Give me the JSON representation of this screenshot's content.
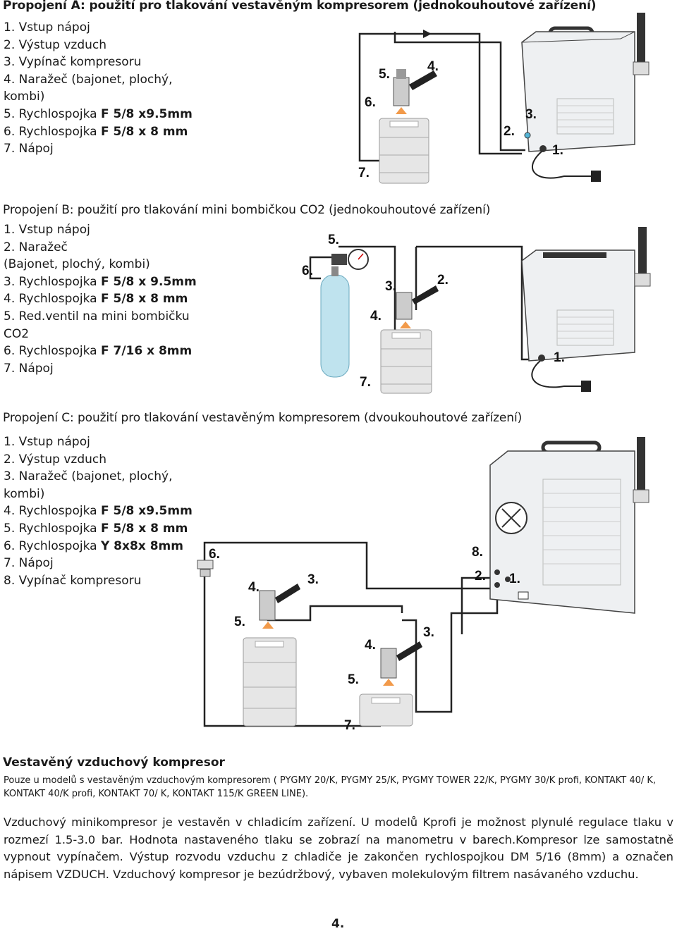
{
  "section_a": {
    "title": "Propojení A: použití pro tlakování vestavěným kompresorem (jednokouhoutové zařízení)",
    "items": [
      "1. Vstup nápoj",
      "2. Výstup vzduch",
      "3. Vypínač kompresoru",
      "4. Naražeč (bajonet, plochý,",
      "kombi)",
      "5. Rychlospojka ",
      "6. Rychlospojka ",
      "7. Nápoj"
    ],
    "bold_5": "F 5/8 x9.5mm",
    "bold_6": "F 5/8 x 8 mm",
    "labels": [
      "1.",
      "2.",
      "3.",
      "4.",
      "5.",
      "6.",
      "7."
    ]
  },
  "section_b": {
    "title": "Propojení B: použití pro tlakování mini bombičkou CO2 (jednokouhoutové zařízení)",
    "items": [
      "1. Vstup nápoj",
      "2. Naražeč",
      "(Bajonet, plochý, kombi)",
      "3. Rychlospojka ",
      "4. Rychlospojka ",
      "5. Red.ventil na mini bombičku",
      "CO2",
      "6. Rychlospojka ",
      "7. Nápoj"
    ],
    "bold_3": "F 5/8 x 9.5mm",
    "bold_4": "F 5/8 x 8 mm",
    "bold_6": "F 7/16 x 8mm",
    "labels": [
      "1.",
      "2.",
      "3.",
      "4.",
      "5.",
      "6.",
      "7."
    ]
  },
  "section_c": {
    "title": "Propojení C: použití pro tlakování vestavěným kompresorem (dvoukouhoutové zařízení)",
    "items": [
      "1. Vstup nápoj",
      "2. Výstup vzduch",
      "3. Naražeč (bajonet, plochý,",
      "kombi)",
      "4. Rychlospojka ",
      "5. Rychlospojka ",
      "6. Rychlospojka ",
      "7. Nápoj",
      "8. Vypínač kompresoru"
    ],
    "bold_4": "F 5/8 x9.5mm",
    "bold_5": "F 5/8 x 8 mm",
    "bold_6": "Y 8x8x 8mm",
    "labels": [
      "1.",
      "2.",
      "3.",
      "3.",
      "4.",
      "4.",
      "5.",
      "5.",
      "6.",
      "7.",
      "8."
    ]
  },
  "kompresor": {
    "title": "Vestavěný vzduchový kompresor",
    "note": "Pouze u modelů s vestavěným vzduchovým kompresorem ( PYGMY 20/K,  PYGMY 25/K, PYGMY  TOWER 22/K, PYGMY 30/K profi,  KONTAKT 40/ K, KONTAKT 40/K profi,  KONTAKT 70/ K, KONTAKT 115/K  GREEN LINE).",
    "paragraph": "Vzduchový minikompresor je vestavěn v chladicím zařízení. U modelů Kprofi je možnost plynulé regulace tlaku v rozmezí 1.5-3.0 bar. Hodnota nastaveného tlaku se zobrazí na manometru v barech.Kompresor lze samostatně vypnout vypínačem. Výstup rozvodu vzduchu z chladiče je zakončen rychlospojkou DM 5/16 (8mm) a označen nápisem VZDUCH. Vzduchový kompresor je bezúdržbový, vybaven molekulovým filtrem nasávaného vzduchu."
  },
  "page_number": "4.",
  "colors": {
    "text": "#1a1a1a",
    "cylinder": "#bfe3ee",
    "keg": "#e6e6e6",
    "arrow_orange": "#f29a4a",
    "arrow_blue": "#55b5d6"
  }
}
